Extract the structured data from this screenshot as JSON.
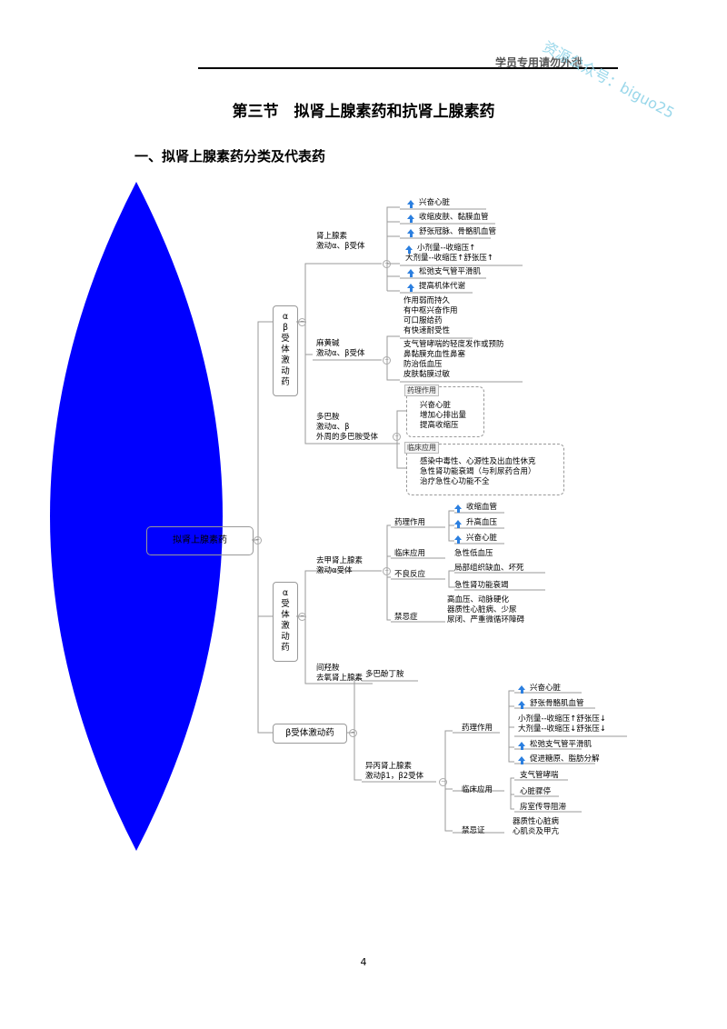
{
  "header": {
    "text": "学员专用请勿外泄",
    "watermark": "资源公众号：biguo25"
  },
  "title": "第三节　拟肾上腺素药和抗肾上腺素药",
  "section": "一、拟肾上腺素药分类及代表药",
  "mindmap": {
    "root": "拟肾上腺素药",
    "ab": {
      "label": "α\nβ\n受\n体\n激\n动\n药",
      "epi": {
        "name": "肾上腺素\n激动α、β受体",
        "items": [
          "兴奋心脏",
          "收缩皮肤、黏膜血管",
          "舒张冠脉、骨骼肌血管",
          "小剂量--收缩压↑\n大剂量--收缩压↑舒张压↑",
          "松弛支气管平滑肌",
          "提高机体代谢"
        ]
      },
      "ephedrine": {
        "name": "麻黄碱\n激动α、β受体",
        "props": "作用弱而持久\n有中枢兴奋作用\n可口服给药\n有快速耐受性",
        "uses": "支气管哮喘的轻度发作或预防\n鼻黏膜充血性鼻塞\n防治低血压\n皮肤黏膜过敏"
      },
      "dopamine": {
        "name": "多巴胺\n激动α、β\n外周的多巴胺受体",
        "tag1": "药理作用",
        "pharm": "兴奋心脏\n增加心排出量\n提高收缩压",
        "tag2": "临床应用",
        "clin": "感染中毒性、心源性及出血性休克\n急性肾功能衰竭（与利尿药合用）\n治疗急性心功能不全"
      }
    },
    "a": {
      "label": "α\n受\n体\n激\n动\n药",
      "ne": {
        "name": "去甲肾上腺素\n激动α受体",
        "pharm_label": "药理作用",
        "pharm": [
          "收缩血管",
          "升高血压",
          "兴奋心脏"
        ],
        "clin_label": "临床应用",
        "clin": "急性低血压",
        "adverse_label": "不良反应",
        "adverse": [
          "局部组织缺血、坏死",
          "急性肾功能衰竭"
        ],
        "contra_label": "禁忌症",
        "contra": "高血压、动脉硬化\n器质性心脏病、少尿\n尿闭、严重微循环障碍"
      },
      "metaraminol": "间羟胺\n去氧肾上腺素"
    },
    "b": {
      "label": "β受体激动药",
      "dobutamine": "多巴酚丁胺",
      "iso": {
        "name": "异丙肾上腺素\n激动β1，β2受体",
        "pharm_label": "药理作用",
        "pharm": [
          "兴奋心脏",
          "舒张骨骼肌血管",
          "小剂量--收缩压↑舒张压↓\n大剂量--收缩压↓舒张压↓",
          "松弛支气管平滑肌",
          "促进糖原、脂肪分解"
        ],
        "clin_label": "临床应用",
        "clin": [
          "支气管哮喘",
          "心脏骤停",
          "房室传导阻滞"
        ],
        "contra_label": "禁忌证",
        "contra": "器质性心脏病\n心肌炎及甲亢"
      }
    }
  },
  "colors": {
    "accent_arrow": "#2b7fe0",
    "blob": "#0000ff",
    "line": "#9a9a9a"
  },
  "page_number": "4"
}
